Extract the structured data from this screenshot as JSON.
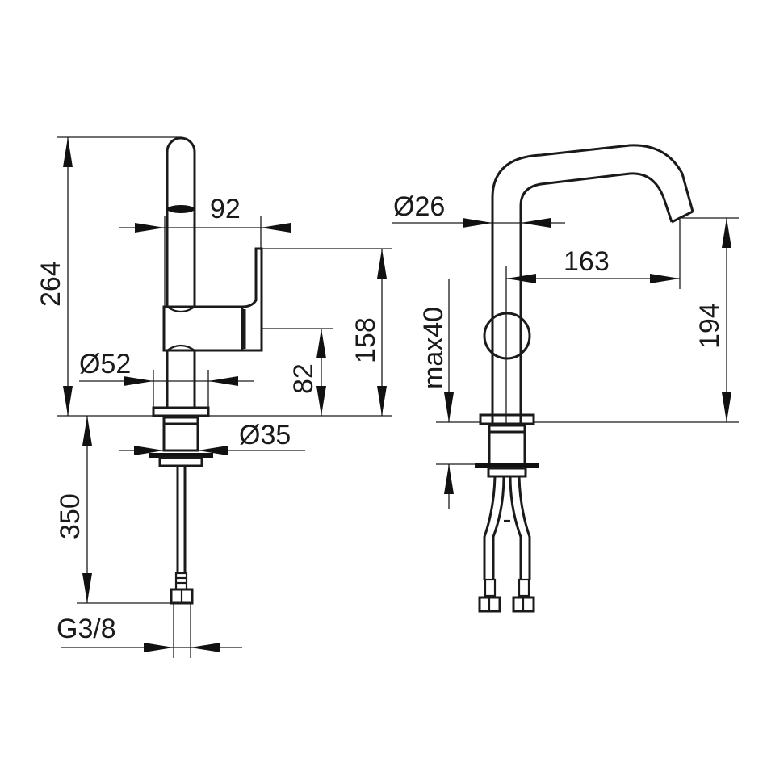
{
  "drawing": {
    "type": "technical dimension drawing",
    "subject": "single-lever basin mixer faucet",
    "units": "mm",
    "views": {
      "front": {
        "dimensions": {
          "overall_height": "264",
          "spout_reach": "92",
          "lever_top_height": "158",
          "lever_bottom_height": "82",
          "base_diameter": "Ø52",
          "shank_diameter": "Ø35",
          "hose_length": "350",
          "connection_thread": "G3/8"
        }
      },
      "side": {
        "dimensions": {
          "spout_diameter": "Ø26",
          "spout_projection": "163",
          "outlet_height": "194",
          "max_countertop_thickness": "max40"
        }
      }
    },
    "colors": {
      "line": "#1a1a1a",
      "background": "#ffffff"
    }
  }
}
